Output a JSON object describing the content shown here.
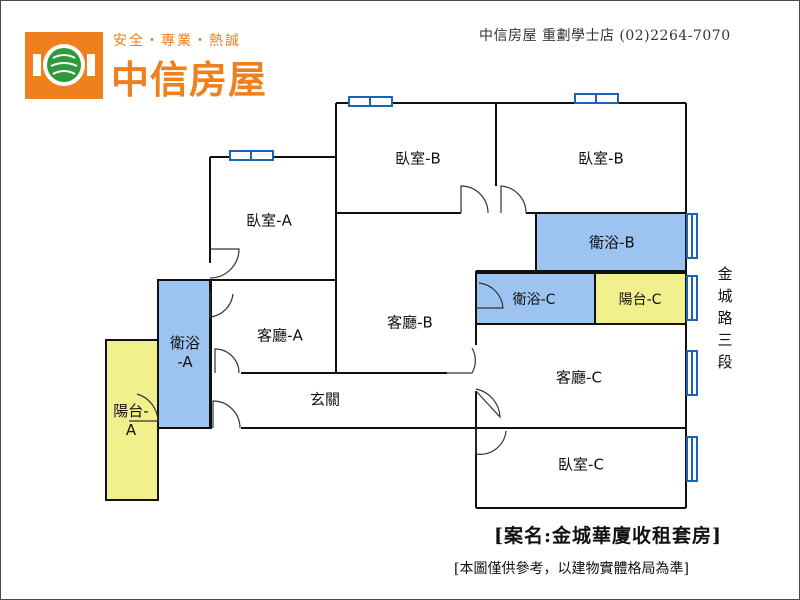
{
  "logo": {
    "icon": "orange-square-badge-with-green-globe",
    "slogan": "安全・專業・熱誠",
    "brand_name": "中信房屋",
    "brand_color": "#f07f1e",
    "globe_color": "#2f9a3b"
  },
  "header": {
    "contact": "中信房屋 重劃學士店 (02)2264-7070"
  },
  "rooms": {
    "bedroom_a": "臥室-A",
    "bedroom_b_left": "臥室-B",
    "bedroom_b_right": "臥室-B",
    "bathroom_b": "衛浴-B",
    "bathroom_a_line1": "衛浴",
    "bathroom_a_line2": "-A",
    "living_a": "客廳-A",
    "living_b": "客廳-B",
    "bathroom_c": "衛浴-C",
    "balcony_c": "陽台-C",
    "living_c": "客廳-C",
    "balcony_a_line1": "陽台-",
    "balcony_a_line2": "A",
    "entrance": "玄關",
    "bedroom_c": "臥室-C"
  },
  "colors": {
    "bathroom": "#9dc3f0",
    "balcony": "#f2f08c",
    "wall": "#111111",
    "window": "#1b63b8"
  },
  "street": {
    "chars": [
      "金",
      "城",
      "路",
      "三",
      "段"
    ]
  },
  "footer": {
    "case_title": "[案名:金城華廈收租套房]",
    "disclaimer": "[本圖僅供參考，以建物實體格局為準]"
  }
}
